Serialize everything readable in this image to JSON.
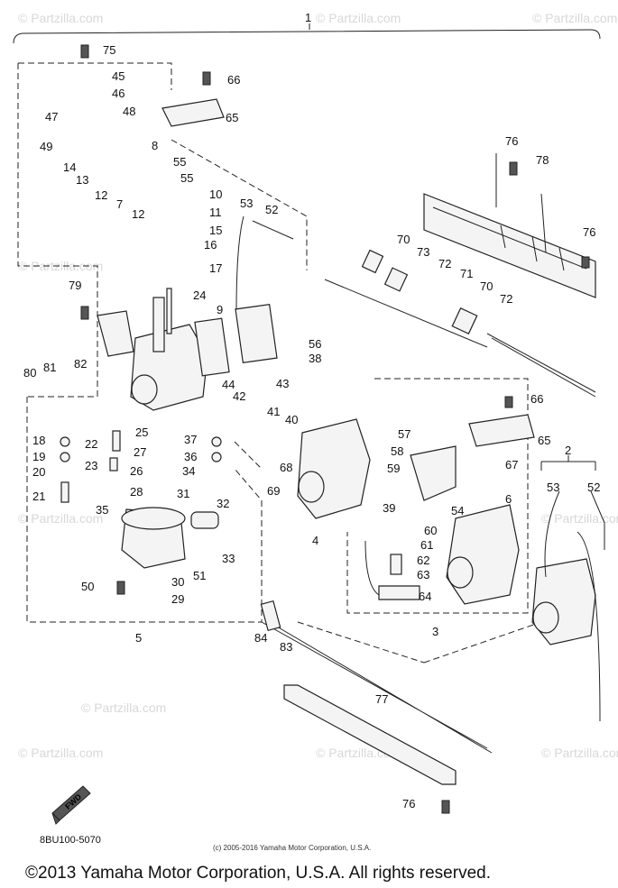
{
  "watermark": {
    "site": "© Partzilla.com",
    "color": "#d8d8d8"
  },
  "labels": {
    "l1": "1",
    "l2": "2",
    "l3": "3",
    "l4": "4",
    "l5": "5",
    "l6": "6",
    "l7": "7",
    "l8": "8",
    "l9": "9",
    "l10": "10",
    "l11": "11",
    "l12a": "12",
    "l12b": "12",
    "l13": "13",
    "l14": "14",
    "l15": "15",
    "l16": "16",
    "l17": "17",
    "l18": "18",
    "l19": "19",
    "l20": "20",
    "l21": "21",
    "l22": "22",
    "l23": "23",
    "l24": "24",
    "l25": "25",
    "l26": "26",
    "l27": "27",
    "l28": "28",
    "l29": "29",
    "l30": "30",
    "l31": "31",
    "l32": "32",
    "l33": "33",
    "l34": "34",
    "l35": "35",
    "l36": "36",
    "l37": "37",
    "l38": "38",
    "l39": "39",
    "l40": "40",
    "l41": "41",
    "l42": "42",
    "l43": "43",
    "l44": "44",
    "l45": "45",
    "l46": "46",
    "l47": "47",
    "l48": "48",
    "l49": "49",
    "l50": "50",
    "l51": "51",
    "l52a": "52",
    "l52b": "52",
    "l53a": "53",
    "l53b": "53",
    "l54": "54",
    "l55a": "55",
    "l55b": "55",
    "l56": "56",
    "l57": "57",
    "l58": "58",
    "l59": "59",
    "l60": "60",
    "l61": "61",
    "l62": "62",
    "l63": "63",
    "l64": "64",
    "l65a": "65",
    "l65b": "65",
    "l66a": "66",
    "l66b": "66",
    "l67": "67",
    "l68": "68",
    "l69": "69",
    "l70a": "70",
    "l70b": "70",
    "l71": "71",
    "l72a": "72",
    "l72b": "72",
    "l73": "73",
    "l75": "75",
    "l76a": "76",
    "l76b": "76",
    "l76c": "76",
    "l77": "77",
    "l78": "78",
    "l79": "79",
    "l80": "80",
    "l81": "81",
    "l82": "82",
    "l83": "83",
    "l84": "84"
  },
  "badge": {
    "fwd": "FWD"
  },
  "captions": {
    "diagram_code": "8BU100-5070",
    "copyright_small": "(c) 2005-2016 Yamaha Motor Corporation, U.S.A.",
    "footer": "©2013 Yamaha Motor Corporation, U.S.A. All rights reserved."
  }
}
